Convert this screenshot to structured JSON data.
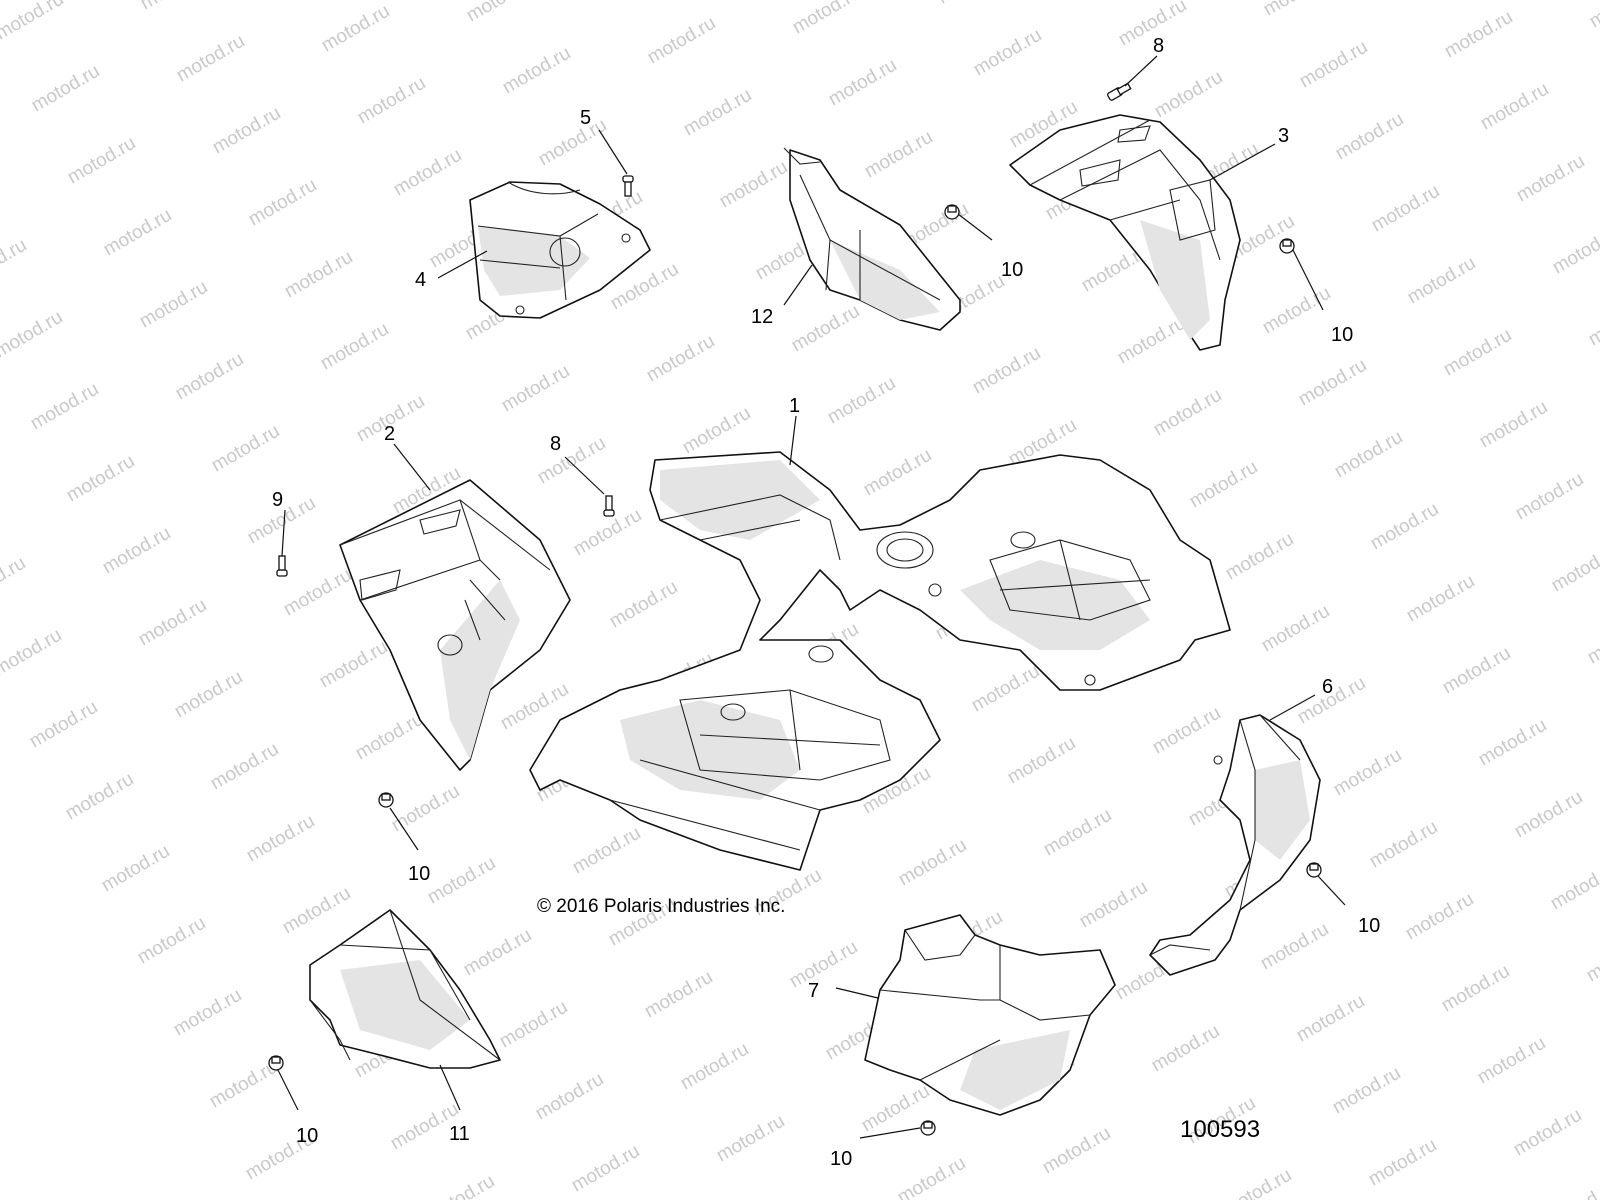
{
  "watermark": "motod.ru",
  "copyright": "© 2016 Polaris Industries Inc.",
  "diagram_number": "100593",
  "callouts": {
    "c1": "1",
    "c2": "2",
    "c3": "3",
    "c4": "4",
    "c5": "5",
    "c6": "6",
    "c7": "7",
    "c8a": "8",
    "c8b": "8",
    "c9": "9",
    "c10a": "10",
    "c10b": "10",
    "c10c": "10",
    "c10d": "10",
    "c10e": "10",
    "c10f": "10",
    "c11": "11",
    "c12": "12"
  }
}
